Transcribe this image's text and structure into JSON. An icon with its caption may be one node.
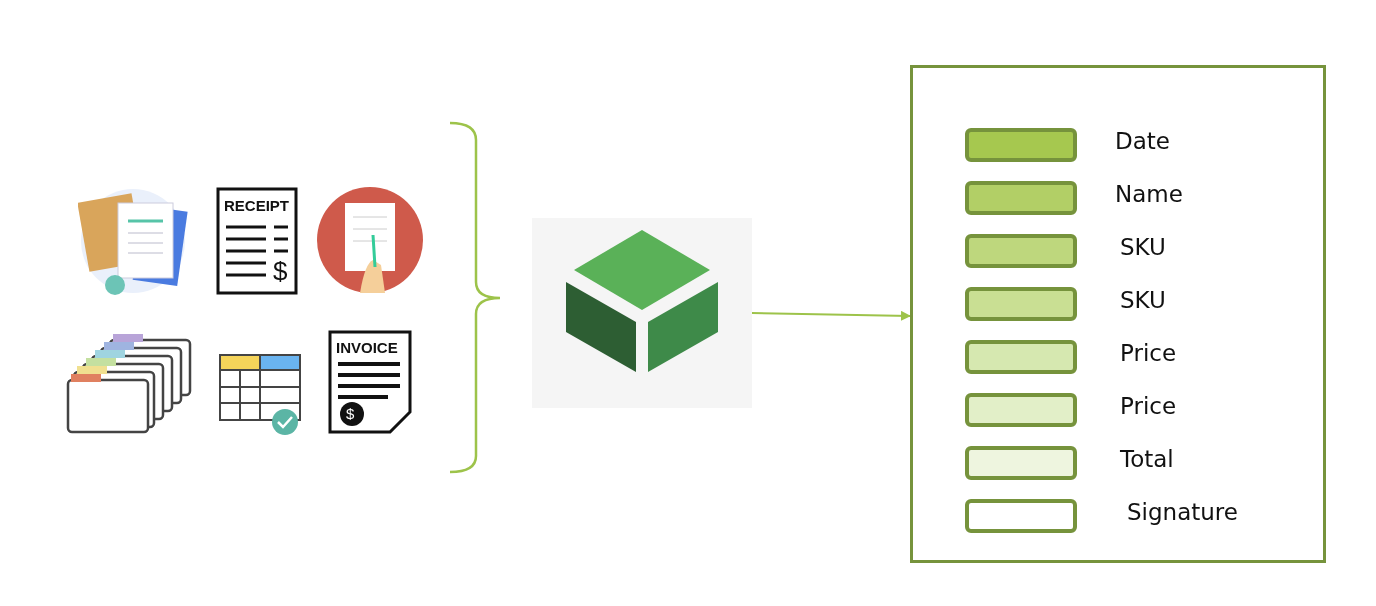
{
  "diagram": {
    "nodes": [
      {
        "text": [],
        "shape": "picture"
      },
      {
        "text": [],
        "shape": "box"
      },
      {
        "text": [],
        "shape": "bar",
        "in": 1,
        "beside": [
          "Date"
        ]
      },
      {
        "text": [],
        "shape": "bar",
        "in": 1,
        "beside": [
          "Name"
        ]
      },
      {
        "text": [],
        "shape": "bar",
        "in": 1,
        "beside": [
          "SKU"
        ]
      },
      {
        "text": [],
        "shape": "bar",
        "in": 1,
        "beside": [
          "SKU"
        ]
      },
      {
        "text": [],
        "shape": "bar",
        "in": 1,
        "beside": [
          "Price"
        ]
      },
      {
        "text": [],
        "shape": "bar",
        "in": 1,
        "beside": [
          "Price"
        ]
      },
      {
        "text": [],
        "shape": "bar",
        "in": 1,
        "beside": [
          "Total"
        ]
      },
      {
        "text": [],
        "shape": "bar",
        "in": 1,
        "beside": [
          "Signature"
        ]
      }
    ],
    "edges": [
      {
        "from": 0,
        "to": 1,
        "arrow": "to"
      }
    ],
    "labels": [
      "RECEIPT",
      "$",
      "INVOICE",
      "$"
    ]
  }
}
